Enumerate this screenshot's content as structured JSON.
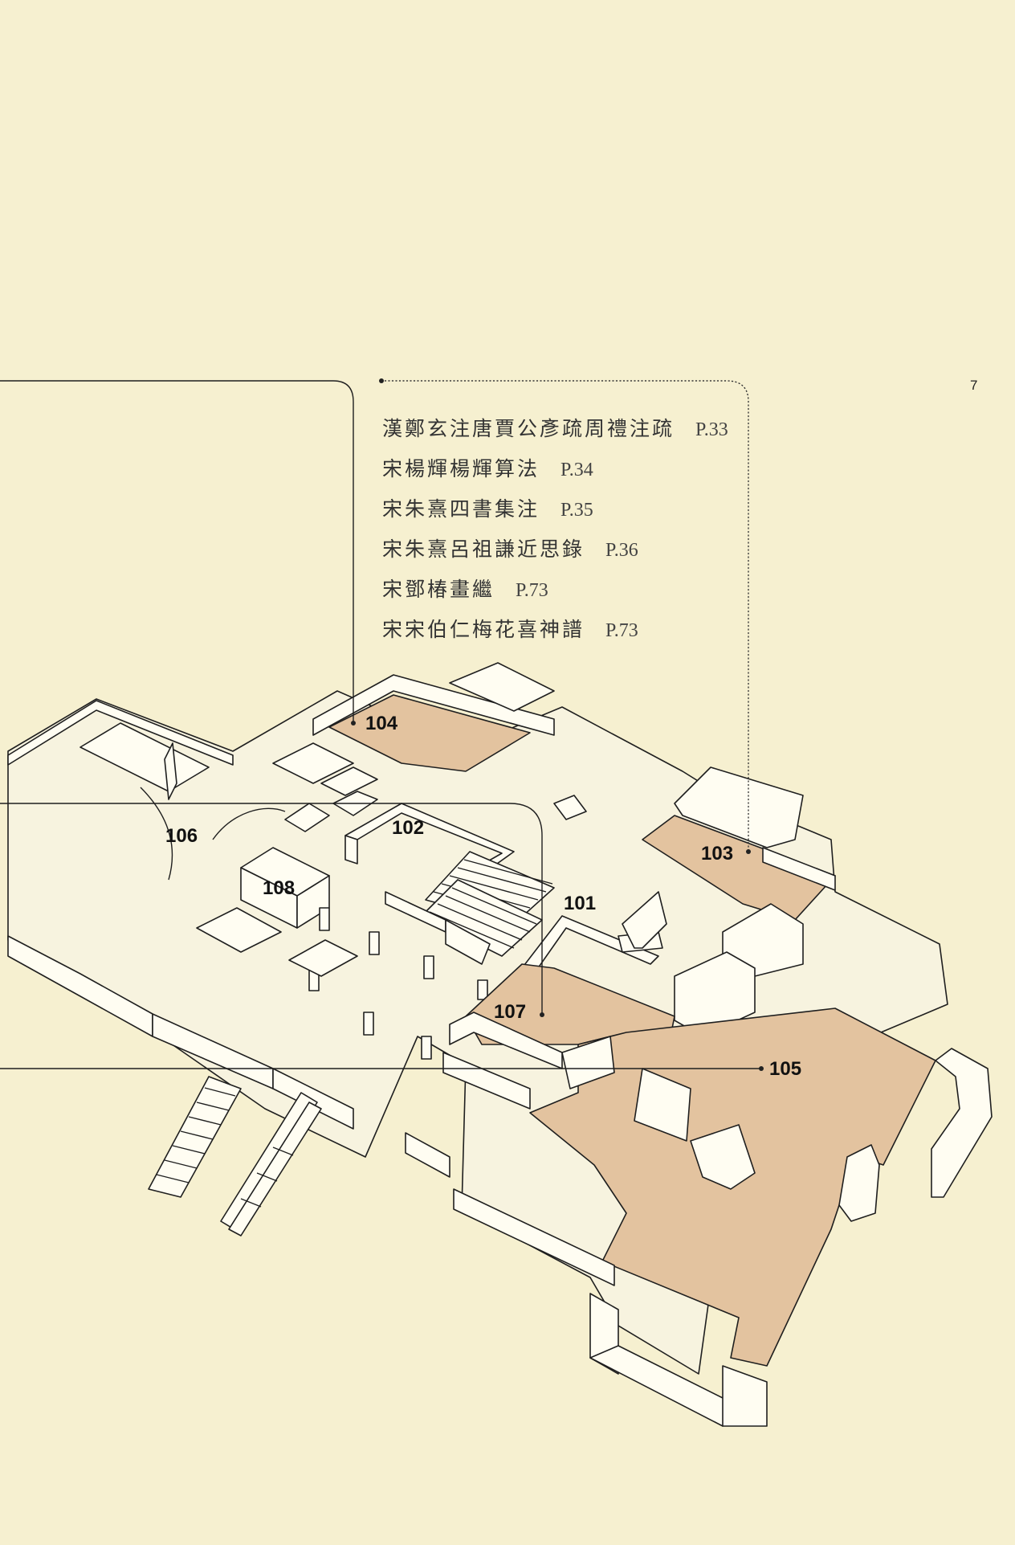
{
  "page_number": "7",
  "exhibits": [
    {
      "title": "漢鄭玄注唐賈公彥疏周禮注疏",
      "page": "P.33"
    },
    {
      "title": "宋楊輝楊輝算法",
      "page": "P.34"
    },
    {
      "title": "宋朱熹四書集注",
      "page": "P.35"
    },
    {
      "title": "宋朱熹呂祖謙近思錄",
      "page": "P.36"
    },
    {
      "title": "宋鄧椿畫繼",
      "page": "P.73"
    },
    {
      "title": "宋宋伯仁梅花喜神譜",
      "page": "P.73"
    }
  ],
  "rooms": {
    "r101": "101",
    "r102": "102",
    "r103": "103",
    "r104": "104",
    "r105": "105",
    "r106": "106",
    "r107": "107",
    "r108": "108"
  },
  "highlighted_rooms": [
    "103",
    "104",
    "105",
    "107"
  ],
  "colors": {
    "background": "#f6f0d0",
    "highlight": "#e3c39f",
    "wall": "#fffdf2",
    "line": "#1f1f1f"
  }
}
